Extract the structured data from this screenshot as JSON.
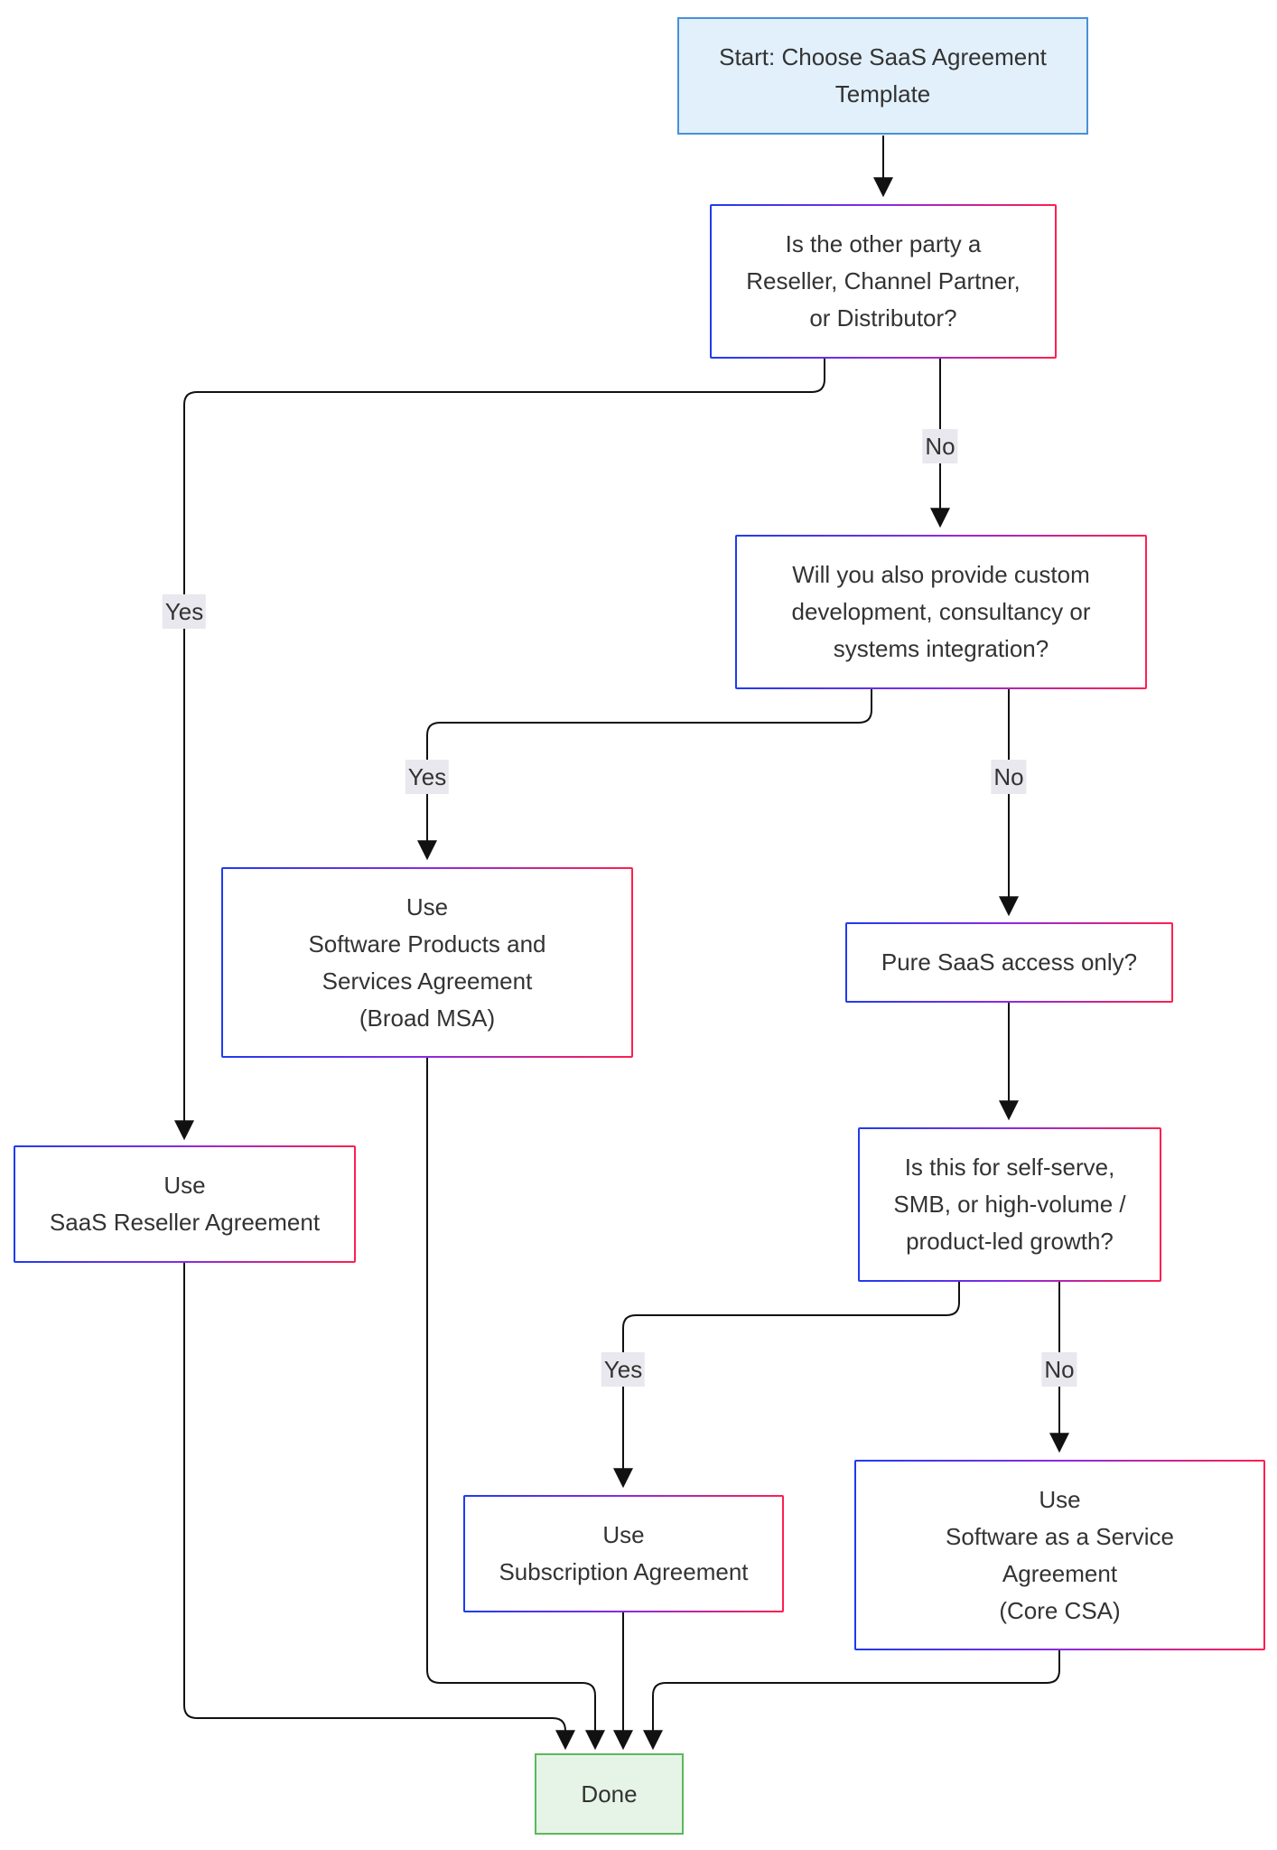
{
  "nodes": {
    "start": "Start: Choose SaaS Agreement\nTemplate",
    "q_reseller": "Is the other party a\nReseller, Channel Partner,\nor Distributor?",
    "q_custom": "Will you also provide custom\ndevelopment, consultancy or\nsystems integration?",
    "use_spsa": "Use\nSoftware Products and\nServices Agreement\n(Broad MSA)",
    "q_pure": "Pure SaaS access only?",
    "use_reseller": "Use\nSaaS Reseller Agreement",
    "q_selfserve": "Is this for self-serve,\nSMB, or high-volume /\nproduct-led growth?",
    "use_subscription": "Use\nSubscription Agreement",
    "use_csa": "Use\nSoftware as a Service\nAgreement\n(Core CSA)",
    "done": "Done"
  },
  "edge_labels": {
    "reseller_yes": "Yes",
    "reseller_no": "No",
    "custom_yes": "Yes",
    "custom_no": "No",
    "selfserve_yes": "Yes",
    "selfserve_no": "No"
  },
  "colors": {
    "start_fill": "#e1f0fb",
    "start_border": "#4a90d9",
    "done_fill": "#e6f4e7",
    "done_border": "#5cb85c",
    "gradient_from": "#1f3bf0",
    "gradient_to": "#ff1f4f",
    "edge_label_fill": "#e8e8ee",
    "line": "#111111"
  }
}
